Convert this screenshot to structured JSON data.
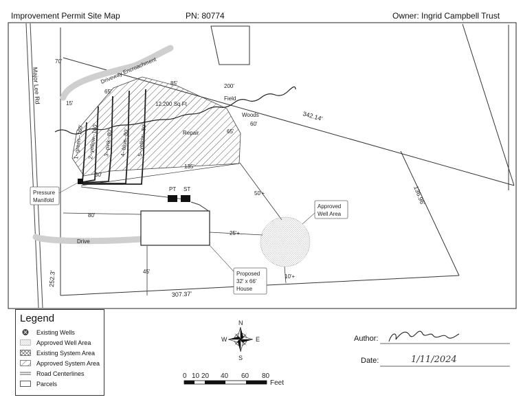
{
  "header": {
    "title": "Improvement Permit Site Map",
    "pn": "PN: 80774",
    "owner": "Owner: Ingrid Campbell Trust"
  },
  "map": {
    "road_name": "Major Lee Rd",
    "driveway_label": "Driveway Encroachment",
    "drive_label": "Drive",
    "area_label": "12,200 Sq Ft",
    "repair_label": "Repair",
    "field_label": "Field",
    "woods_label": "Woods",
    "pt_label": "PT",
    "st_label": "ST",
    "manifold_callout": [
      "Pressure",
      "Manifold"
    ],
    "well_callout": [
      "Approved",
      "Well Area"
    ],
    "house_callout": [
      "Proposed",
      "32' x 66'",
      "House"
    ],
    "lines": [
      {
        "id": "line-1",
        "label": "1--green--160'"
      },
      {
        "id": "line-2",
        "label": "2--yellow--160'"
      },
      {
        "id": "line-3",
        "label": "3--pink--80'"
      },
      {
        "id": "line-4",
        "label": "4--blue--80'"
      },
      {
        "id": "line-5",
        "label": "5--yellow--80'"
      }
    ],
    "dimensions": {
      "d70": "70'",
      "d15": "15'",
      "d65a": "65'",
      "d85": "85'",
      "d200": "200'",
      "d60": "60'",
      "d65b": "65'",
      "d135": "135'",
      "d30": "30'",
      "d50": "50'+",
      "d80": "80'",
      "d25": "25'+",
      "d45": "45'",
      "d10": "10'+",
      "b342": "342.14'",
      "b136": "136.96'",
      "b307": "307.37'",
      "b252": "252.3'"
    }
  },
  "legend": {
    "title": "Legend",
    "items": [
      {
        "id": "existing-wells",
        "label": "Existing Wells"
      },
      {
        "id": "approved-well-area",
        "label": "Approved Well Area"
      },
      {
        "id": "existing-system-area",
        "label": "Existing System Area"
      },
      {
        "id": "approved-system-area",
        "label": "Approved System Area"
      },
      {
        "id": "road-centerlines",
        "label": "Road Centerlines"
      },
      {
        "id": "parcels",
        "label": "Parcels"
      }
    ]
  },
  "compass": {
    "n": "N",
    "s": "S",
    "e": "E",
    "w": "W"
  },
  "scale": {
    "ticks": [
      "0",
      "10",
      "20",
      "40",
      "60",
      "80"
    ],
    "unit": "Feet"
  },
  "signature": {
    "author_label": "Author:",
    "date_label": "Date:",
    "date_value": "1/11/2024"
  }
}
